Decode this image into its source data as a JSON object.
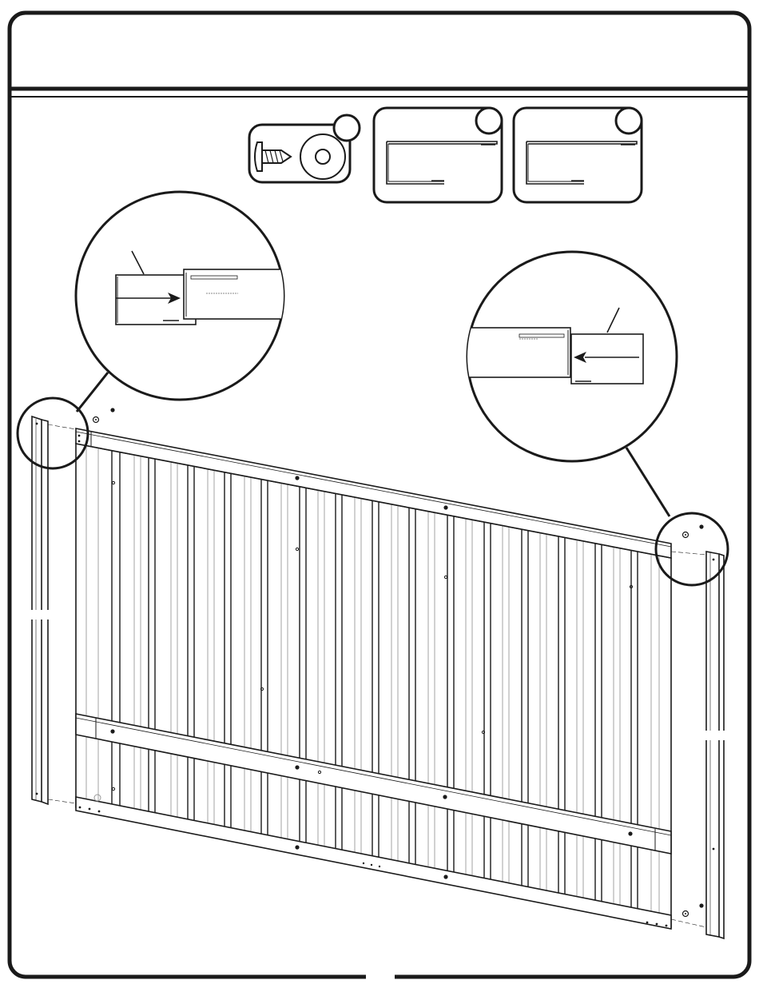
{
  "page": {
    "colors": {
      "ink": "#1a1a1a",
      "paper": "#ffffff",
      "panel_line": "#666666"
    }
  },
  "parts": [
    {
      "name": "screw-and-washer",
      "icon": "screw-icon"
    },
    {
      "name": "rail-piece-a",
      "icon": "rail-icon"
    },
    {
      "name": "rail-piece-b",
      "icon": "rail-icon"
    }
  ],
  "details": [
    {
      "name": "left-splice-detail",
      "direction": "right",
      "icon": "arrow-right-icon"
    },
    {
      "name": "right-splice-detail",
      "direction": "left",
      "icon": "arrow-left-icon"
    }
  ]
}
